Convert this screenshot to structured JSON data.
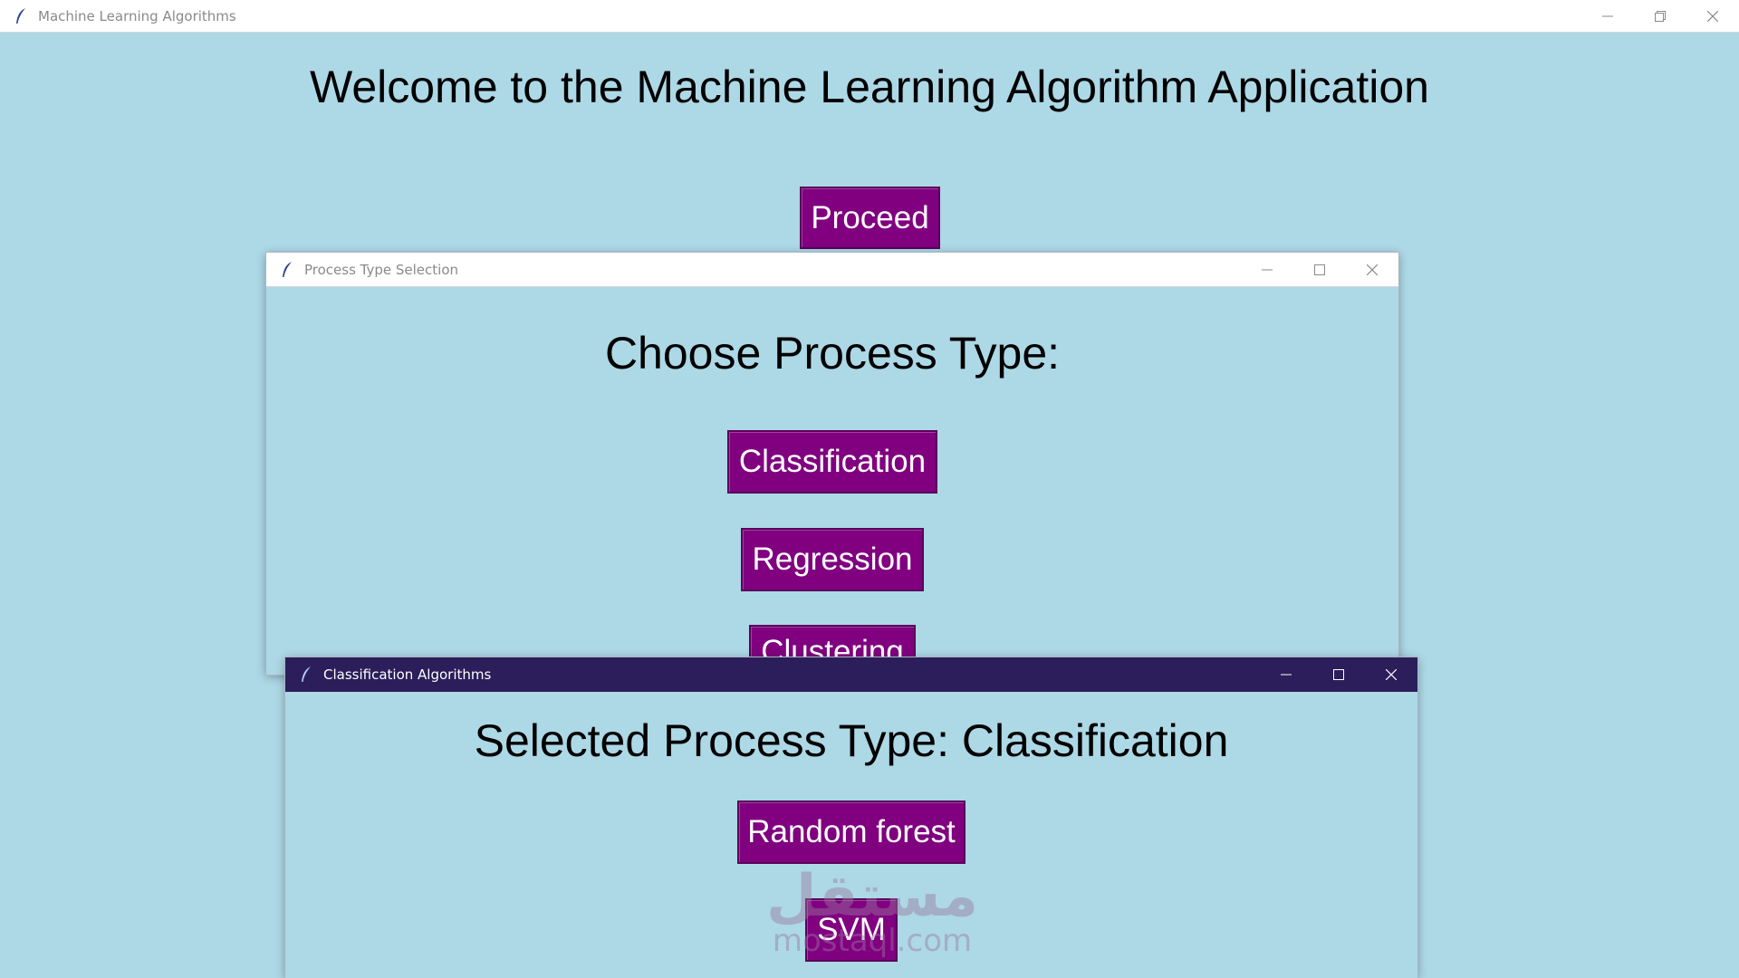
{
  "main_window": {
    "title": "Machine Learning Algorithms",
    "heading": "Welcome to the Machine Learning Algorithm Application",
    "proceed_label": "Proceed"
  },
  "process_window": {
    "title": "Process Type Selection",
    "heading": "Choose Process Type:",
    "buttons": [
      "Classification",
      "Regression",
      "Clustering"
    ]
  },
  "classification_window": {
    "title": "Classification Algorithms",
    "heading": "Selected Process Type: Classification",
    "buttons": [
      "Random forest",
      "SVM"
    ]
  },
  "watermark": {
    "arabic": "مستقل",
    "latin": "mostaql.com"
  },
  "colors": {
    "background": "#add8e6",
    "button": "#800080",
    "active_titlebar": "#2b1e5a"
  },
  "icons": [
    "feather-icon",
    "minimize-icon",
    "maximize-icon",
    "restore-icon",
    "close-icon"
  ]
}
